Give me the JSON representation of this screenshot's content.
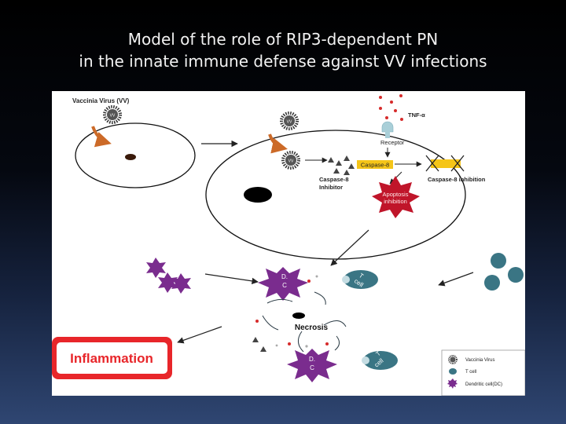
{
  "title": {
    "line1": "Model of the role of RIP3-dependent PN",
    "line2": "in the innate immune defense against VV infections"
  },
  "diagram": {
    "vaccinia_label": "Vaccinia Virus (VV)",
    "vv": "VV",
    "tnf": "TNF-α",
    "receptor": "Receptor",
    "caspase8": "Caspase-8",
    "caspase8_inhibitor_line1": "Caspase-8",
    "caspase8_inhibitor_line2": "Inhibitor",
    "caspase8_inhibition": "Caspase-8 inhibition",
    "apoptosis_line1": "Apoptosis",
    "apoptosis_line2": "inhibition",
    "dc_line1": "D.",
    "dc_line2": "C",
    "tcell_line1": "T",
    "tcell_line2": "cell",
    "necrosis": "Necrosis",
    "inflammation": "Inflammation"
  },
  "legend": {
    "vaccinia": "Vaccinia Virus",
    "tcell": "T cell",
    "dc": "Dendritic cell(DC)"
  },
  "colors": {
    "dc_purple": "#7a2c8e",
    "tcell_teal": "#3a7584",
    "caspase_yellow": "#f5c518",
    "apoptosis_red": "#c0152a",
    "inflammation_red": "#e8262a",
    "receptor_blue": "#a9cfd8",
    "arrow_orange": "#cc6a28"
  }
}
